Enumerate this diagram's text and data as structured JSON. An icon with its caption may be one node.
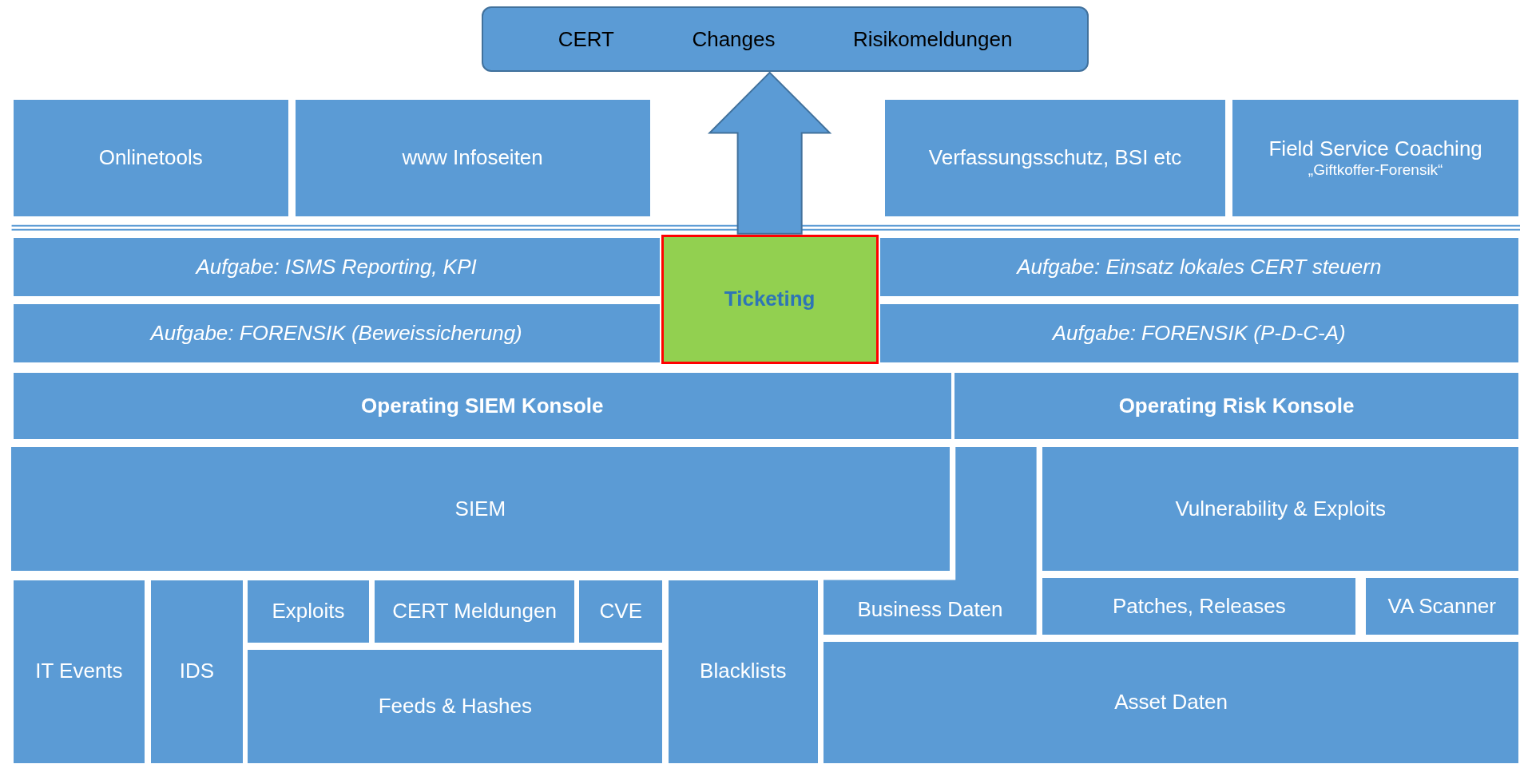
{
  "diagram": {
    "nodes": [
      {
        "text": [
          "CERT",
          "Changes",
          "Risikomeldungen"
        ]
      },
      {
        "text": [
          "Onlinetools"
        ]
      },
      {
        "text": [
          "www Infoseiten"
        ]
      },
      {
        "text": [
          "Verfassungsschutz, BSI etc"
        ]
      },
      {
        "text": [
          "Field Service Coaching",
          "„Giftkoffer-Forensik“"
        ]
      },
      {
        "text": [
          "Aufgabe: ISMS Reporting, KPI"
        ]
      },
      {
        "text": [
          "Ticketing"
        ]
      },
      {
        "text": [
          "Aufgabe: Einsatz lokales CERT steuern"
        ]
      },
      {
        "text": [
          "Aufgabe: FORENSIK (Beweissicherung)"
        ]
      },
      {
        "text": [
          "Aufgabe: FORENSIK (P-D-C-A)"
        ]
      },
      {
        "text": [
          "Operating SIEM Konsole"
        ]
      },
      {
        "text": [
          "Operating Risk Konsole"
        ]
      },
      {
        "text": [
          "SIEM"
        ]
      },
      {
        "text": [
          "Vulnerability & Exploits"
        ]
      },
      {
        "text": [
          "IT Events"
        ]
      },
      {
        "text": [
          "IDS"
        ]
      },
      {
        "text": [
          "Exploits"
        ]
      },
      {
        "text": [
          "CERT Meldungen"
        ]
      },
      {
        "text": [
          "CVE"
        ]
      },
      {
        "text": [
          "Feeds & Hashes"
        ]
      },
      {
        "text": [
          "Blacklists"
        ]
      },
      {
        "text": [
          "Business Daten"
        ]
      },
      {
        "text": [
          "Patches, Releases"
        ]
      },
      {
        "text": [
          "VA Scanner"
        ]
      },
      {
        "text": [
          "Asset Daten"
        ]
      }
    ],
    "edges": [
      {
        "from": 6,
        "to": 0,
        "arrow": "to"
      }
    ]
  }
}
